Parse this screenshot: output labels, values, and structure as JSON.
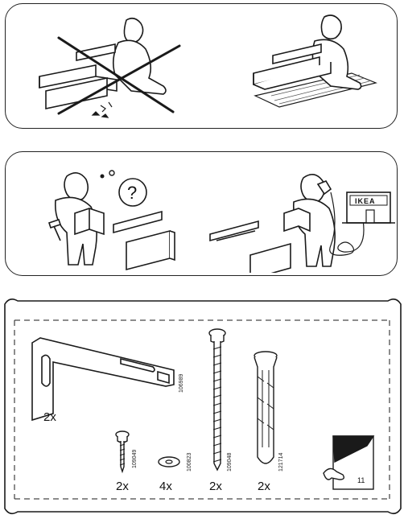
{
  "panel_tips": {
    "wrong_way": "no-floor-protection",
    "right_way": "assemble-on-soft-surface",
    "confused": "question-mark",
    "call_store": "call-ikea-store"
  },
  "store_sign": {
    "text": "IKEA"
  },
  "parts": [
    {
      "name": "bracket",
      "qty": "2x",
      "part_no": "106989"
    },
    {
      "name": "small-screw",
      "qty": "2x",
      "part_no": "109049"
    },
    {
      "name": "washer",
      "qty": "4x",
      "part_no": "100823"
    },
    {
      "name": "long-screw",
      "qty": "2x",
      "part_no": "109048"
    },
    {
      "name": "wall-plug",
      "qty": "2x",
      "part_no": "121714"
    }
  ],
  "page_number": "11",
  "colors": {
    "line": "#1a1a1a",
    "paper": "#ffffff",
    "mat": "#555555"
  }
}
